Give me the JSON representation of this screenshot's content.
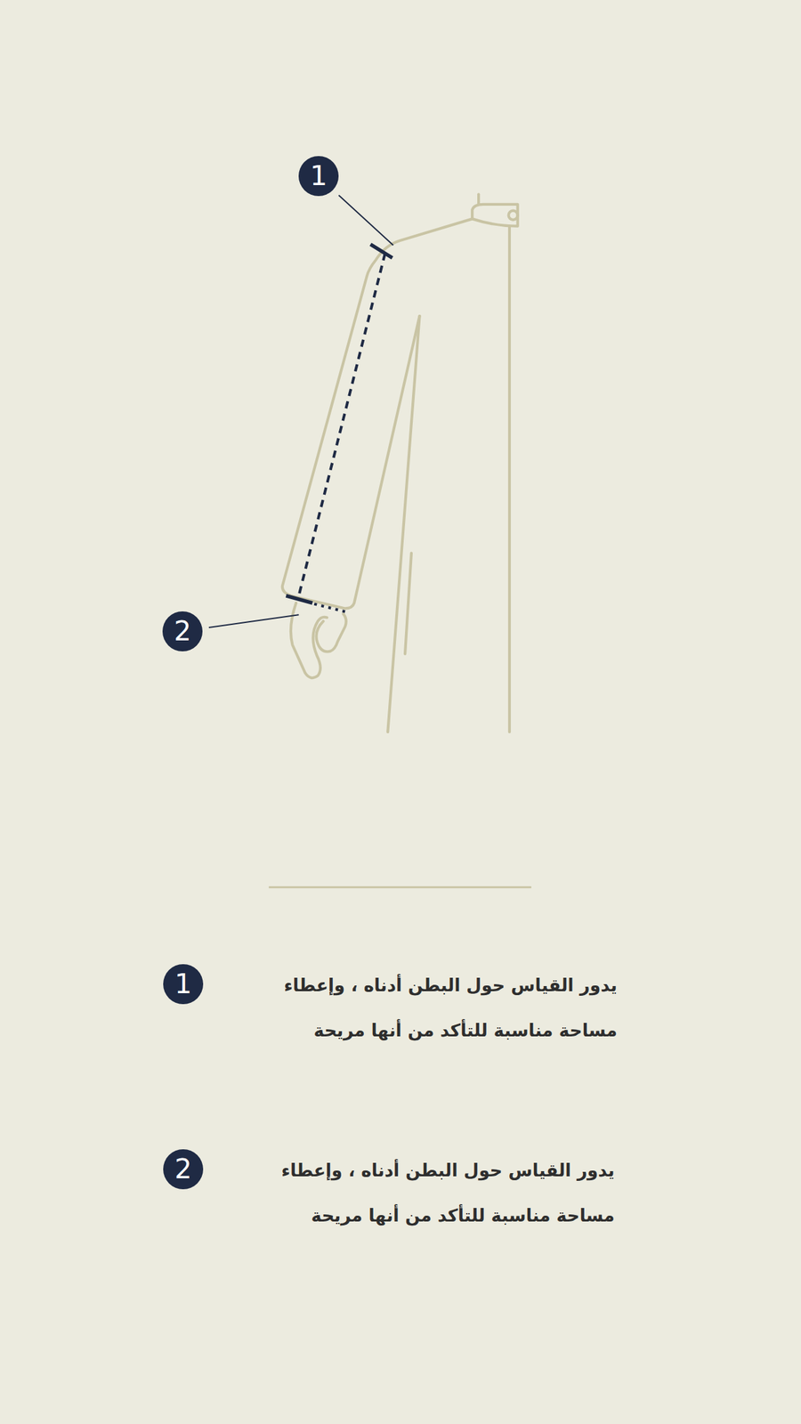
{
  "diagram": {
    "nodes": [
      {
        "text": [
          "1"
        ]
      },
      {
        "text": [
          "2"
        ]
      },
      {
        "text": [
          "1"
        ]
      },
      {
        "text": [
          "2"
        ]
      }
    ],
    "labels": [
      "يدور القياس حول البطن أدناه ، وإعطاء مساحة مناسبة للتأكد من أنها مريحة",
      "يدور القياس حول البطن أدناه ، وإعطاء مساحة مناسبة للتأكد من أنها مريحة"
    ]
  }
}
